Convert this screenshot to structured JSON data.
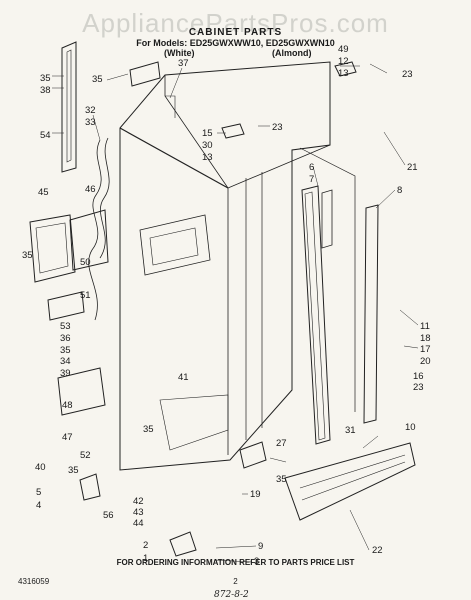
{
  "watermark": "AppliancePartsPros.com",
  "header": {
    "title": "CABINET PARTS",
    "models": "For Models: ED25GWXWW10, ED25GWXWN10",
    "color_white": "(White)",
    "color_almond": "(Almond)"
  },
  "callouts": [
    "35",
    "38",
    "37",
    "35",
    "54",
    "32",
    "33",
    "45",
    "46",
    "35",
    "51",
    "50",
    "53",
    "36",
    "35",
    "34",
    "39",
    "49",
    "12",
    "13",
    "23",
    "15",
    "30",
    "13",
    "23",
    "21",
    "6",
    "7",
    "8",
    "41",
    "11",
    "18",
    "17",
    "20",
    "16",
    "23",
    "10",
    "48",
    "47",
    "52",
    "40",
    "35",
    "5",
    "4",
    "35",
    "42",
    "43",
    "44",
    "56",
    "2",
    "1",
    "3",
    "27",
    "35",
    "31",
    "19",
    "9",
    "22"
  ],
  "footer": {
    "ordering_note": "FOR ORDERING INFORMATION REFER TO PARTS PRICE LIST",
    "doc_number": "4316059",
    "page_number": "2",
    "handwritten": "872-8-2"
  }
}
